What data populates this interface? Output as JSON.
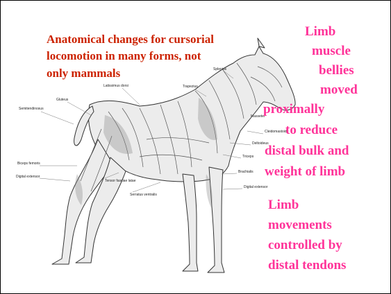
{
  "title_lines": [
    "Anatomical changes for cursorial",
    "locomotion in many forms, not",
    "only mammals"
  ],
  "note1_lines": [
    "Limb",
    "muscle",
    "bellies",
    "moved",
    "proximally",
    "to reduce",
    "distal bulk and",
    "weight of limb"
  ],
  "note2_lines": [
    "Limb",
    "movements",
    "controlled by",
    "distal tendons"
  ],
  "muscle_labels": {
    "splenius": "Splenius",
    "trapezius": "Trapezius",
    "latissimus": "Latissimus dorsi",
    "gluteus": "Gluteus",
    "semitendinosus": "Semitendinosus",
    "masseter": "Masseter",
    "cleidomastoid": "Cleidomastoid",
    "deltoideus": "Deltoideus",
    "triceps": "Triceps",
    "brachialis": "Brachialis",
    "digital_extensor_front": "Digital extensor",
    "biceps_femoris": "Biceps femoris",
    "digital_extensor_hind": "Digital extensor",
    "tensor": "Tensor fasciae latae",
    "serratus": "Serratus ventralis"
  },
  "colors": {
    "title": "#cc2200",
    "notes": "#ff3399",
    "drawing_line": "#333333",
    "drawing_fill": "#ececec",
    "drawing_dark": "#8a8a8a"
  }
}
